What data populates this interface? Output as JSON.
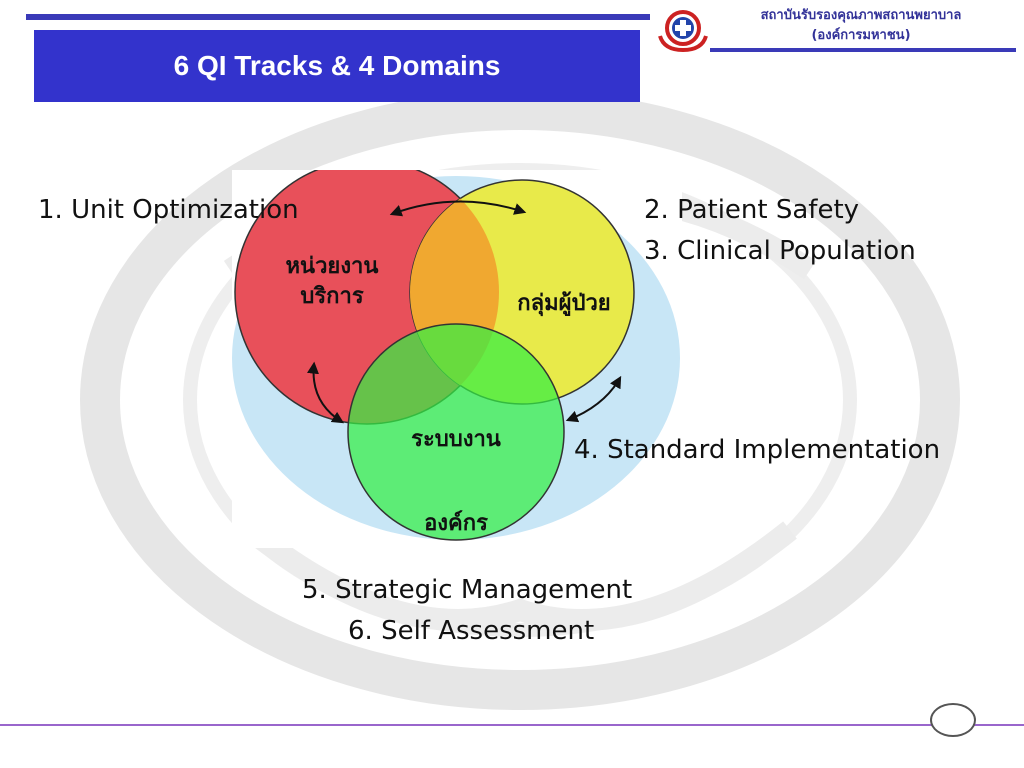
{
  "slide": {
    "title": "6 QI Tracks & 4 Domains",
    "org": {
      "name_line1": "สถาบันรับรองคุณภาพสถานพยาบาล",
      "name_line2": "(องค์การมหาชน)"
    }
  },
  "diagram": {
    "circles": {
      "unit": "หน่วยงาน\nบริการ",
      "patient": "กลุ่มผู้ป่วย",
      "system": "ระบบงาน"
    },
    "outer_label": "องค์กร",
    "colors": {
      "unit": "#e8505a",
      "patient": "#e8ea4a",
      "system": "#33ee44",
      "background": "#c8e6f6"
    }
  },
  "tracks": {
    "t1": "1. Unit Optimization",
    "t2": "2. Patient Safety",
    "t3": "3. Clinical Population",
    "t4": "4. Standard Implementation",
    "t5": "5. Strategic Management",
    "t6": "6. Self Assessment"
  }
}
